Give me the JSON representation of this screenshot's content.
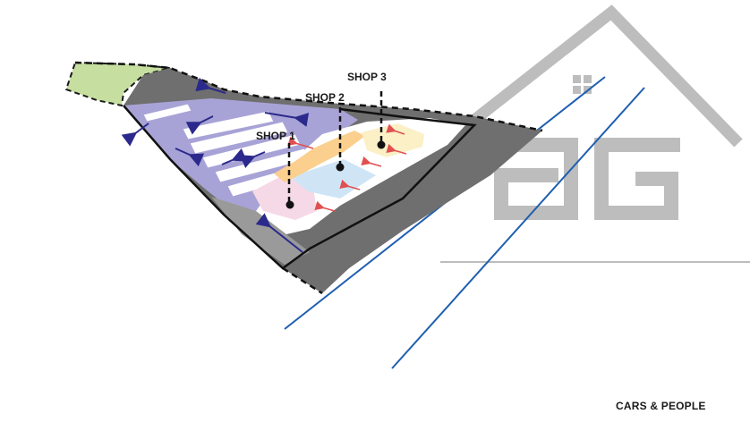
{
  "labels": {
    "shop1": "SHOP 1",
    "shop2": "SHOP 2",
    "shop3": "SHOP 3"
  },
  "caption": "CARS & PEOPLE",
  "logo_letters": "aG",
  "colors": {
    "parking": "#a8a3d6",
    "road": "#6f6f6f",
    "green": "#c6dfa0",
    "shop1": "#f6d9e6",
    "shop2": "#fbcf8e",
    "shop3": "#fbf0c6",
    "plaza": "#cfe5f6",
    "car_arrow": "#2b2a8c",
    "people_arrow": "#e05050",
    "blue_line": "#1f5fb0",
    "logo": "#bdbdbd"
  }
}
